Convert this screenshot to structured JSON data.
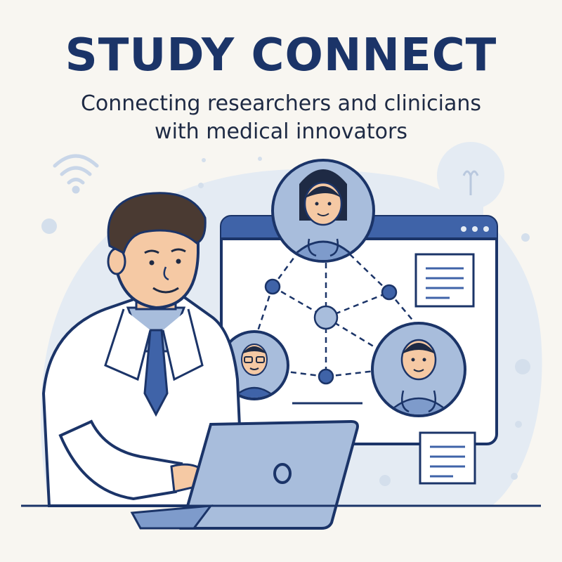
{
  "title": "STUDY CONNECT",
  "subtitle": "Connecting researchers and clinicians with medical innovators",
  "colors": {
    "navy": "#1b3468",
    "accent_blue": "#3f63a8",
    "light_blue": "#a8bddc",
    "pale_blue": "#e4ebf3",
    "background": "#f8f6f1"
  },
  "icons": [
    "wifi-icon",
    "lightbulb-icon",
    "browser-window",
    "network-graph",
    "document-icon",
    "laptop"
  ]
}
